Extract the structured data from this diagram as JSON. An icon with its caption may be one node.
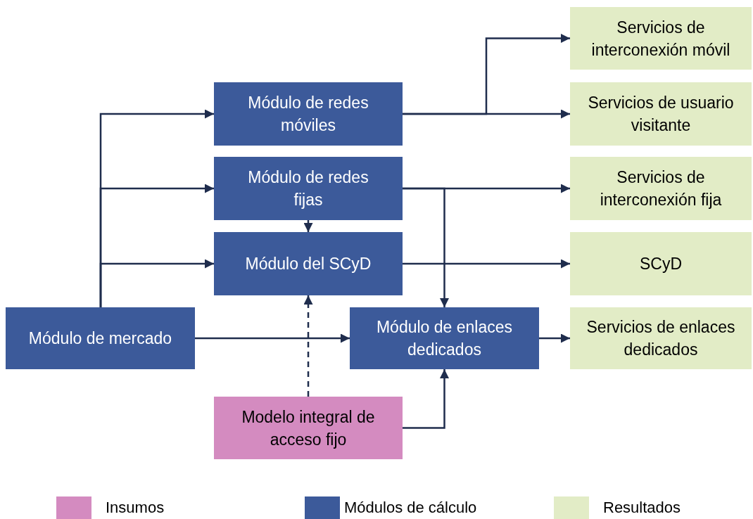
{
  "diagram": {
    "nodes": [
      {
        "text": [
          "Módulo de redes móviles"
        ]
      },
      {
        "text": [
          "Módulo de redes fijas"
        ]
      },
      {
        "text": [
          "Módulo del SCyD"
        ]
      },
      {
        "text": [
          "Módulo de mercado"
        ]
      },
      {
        "text": [
          "Módulo de enlaces dedicados"
        ]
      },
      {
        "text": [
          "Modelo integral de acceso fijo"
        ]
      },
      {
        "text": [
          "Servicios de interconexión móvil"
        ]
      },
      {
        "text": [
          "Servicios de usuario visitante"
        ]
      },
      {
        "text": [
          "Servicios de interconexión fija"
        ]
      },
      {
        "text": [
          "SCyD"
        ]
      },
      {
        "text": [
          "Servicios de enlaces dedicados"
        ]
      }
    ],
    "edges": [
      {
        "from": 3,
        "to": 0,
        "arrow": "to"
      },
      {
        "from": 3,
        "to": 1,
        "arrow": "to"
      },
      {
        "from": 3,
        "to": 2,
        "arrow": "to"
      },
      {
        "from": 3,
        "to": 4,
        "arrow": "to"
      },
      {
        "from": 0,
        "to": 6,
        "arrow": "to"
      },
      {
        "from": 0,
        "to": 7,
        "arrow": "to"
      },
      {
        "from": 1,
        "to": 8,
        "arrow": "to"
      },
      {
        "from": 1,
        "to": 4,
        "arrow": "to"
      },
      {
        "from": 1,
        "to": 2,
        "arrow": "to"
      },
      {
        "from": 2,
        "to": 9,
        "arrow": "to"
      },
      {
        "from": 4,
        "to": 10,
        "arrow": "to"
      },
      {
        "from": 5,
        "to": 2,
        "arrow": "to",
        "style": "dashed"
      },
      {
        "from": 5,
        "to": 4,
        "arrow": "to"
      }
    ],
    "legend": [
      {
        "text": "Insumos",
        "color": "#d48bc0"
      },
      {
        "text": "Módulos de cálculo",
        "color": "#3c5a9a"
      },
      {
        "text": "Resultados",
        "color": "#e2ecc6"
      }
    ]
  }
}
